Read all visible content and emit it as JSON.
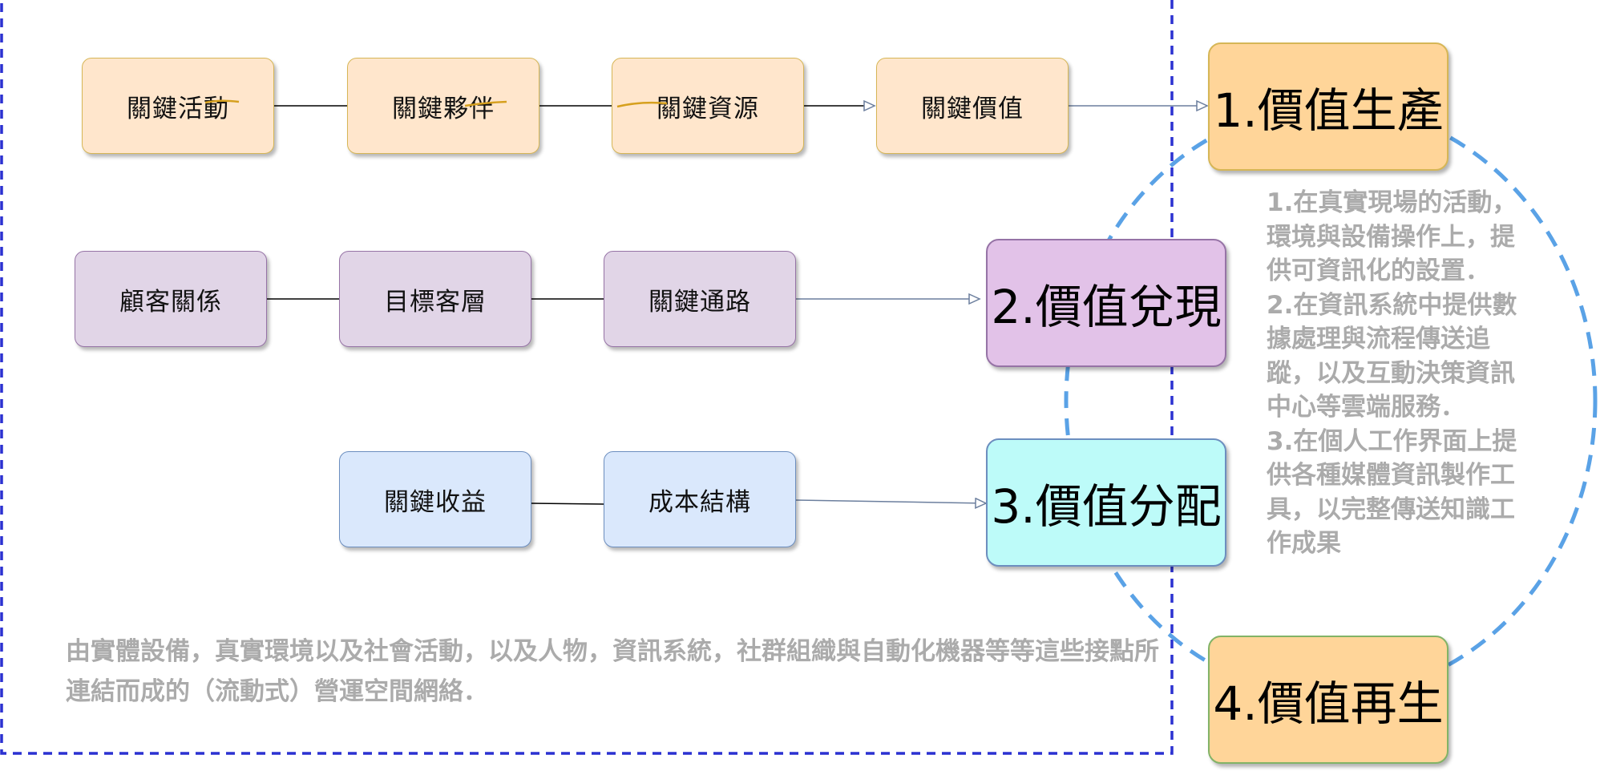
{
  "colors": {
    "frame_border": "#2b31d1",
    "cycle_circle": "#5aa2e6",
    "connector": "#000000",
    "arrow": "#6c7f9e",
    "strike_mark": "#d6a01e",
    "description_text": "#ababab"
  },
  "diagram": {
    "components": [
      {
        "id": "key-activities",
        "label": "關鍵活動",
        "group": "orange"
      },
      {
        "id": "key-partners",
        "label": "關鍵夥伴",
        "group": "orange"
      },
      {
        "id": "key-resources",
        "label": "關鍵資源",
        "group": "orange"
      },
      {
        "id": "key-value",
        "label": "關鍵價值",
        "group": "orange"
      },
      {
        "id": "customer-relationships",
        "label": "顧客關係",
        "group": "purple"
      },
      {
        "id": "customer-segments",
        "label": "目標客層",
        "group": "purple"
      },
      {
        "id": "key-channels",
        "label": "關鍵通路",
        "group": "purple"
      },
      {
        "id": "key-revenue",
        "label": "關鍵收益",
        "group": "blue"
      },
      {
        "id": "cost-structure",
        "label": "成本結構",
        "group": "blue"
      }
    ],
    "value_stages": [
      {
        "id": "value-production",
        "label": "1.價值生產"
      },
      {
        "id": "value-realization",
        "label": "2.價值兌現"
      },
      {
        "id": "value-distribution",
        "label": "3.價值分配"
      },
      {
        "id": "value-regeneration",
        "label": "4.價值再生"
      }
    ],
    "edges": [
      {
        "from": "key-activities",
        "to": "key-partners",
        "kind": "line"
      },
      {
        "from": "key-partners",
        "to": "key-resources",
        "kind": "line"
      },
      {
        "from": "key-resources",
        "to": "key-value",
        "kind": "arrow"
      },
      {
        "from": "key-value",
        "to": "value-production",
        "kind": "arrow"
      },
      {
        "from": "customer-relationships",
        "to": "customer-segments",
        "kind": "line"
      },
      {
        "from": "customer-segments",
        "to": "key-channels",
        "kind": "line"
      },
      {
        "from": "key-channels",
        "to": "value-realization",
        "kind": "arrow"
      },
      {
        "from": "key-revenue",
        "to": "cost-structure",
        "kind": "line"
      },
      {
        "from": "cost-structure",
        "to": "value-distribution",
        "kind": "arrow"
      }
    ],
    "side_description": [
      "1.在真實現場的活動，環境與設備操作上，提供可資訊化的設置．",
      "2.在資訊系統中提供數據處理與流程傳送追蹤，以及互動決策資訊中心等雲端服務．",
      "3.在個人工作界面上提供各種媒體資訊製作工具，以完整傳送知識工作成果"
    ],
    "bottom_description": "由實體設備，真實環境以及社會活動，以及人物，資訊系統，社群組織與自動化機器等等這些接點所連結而成的（流動式）營運空間網絡．"
  }
}
